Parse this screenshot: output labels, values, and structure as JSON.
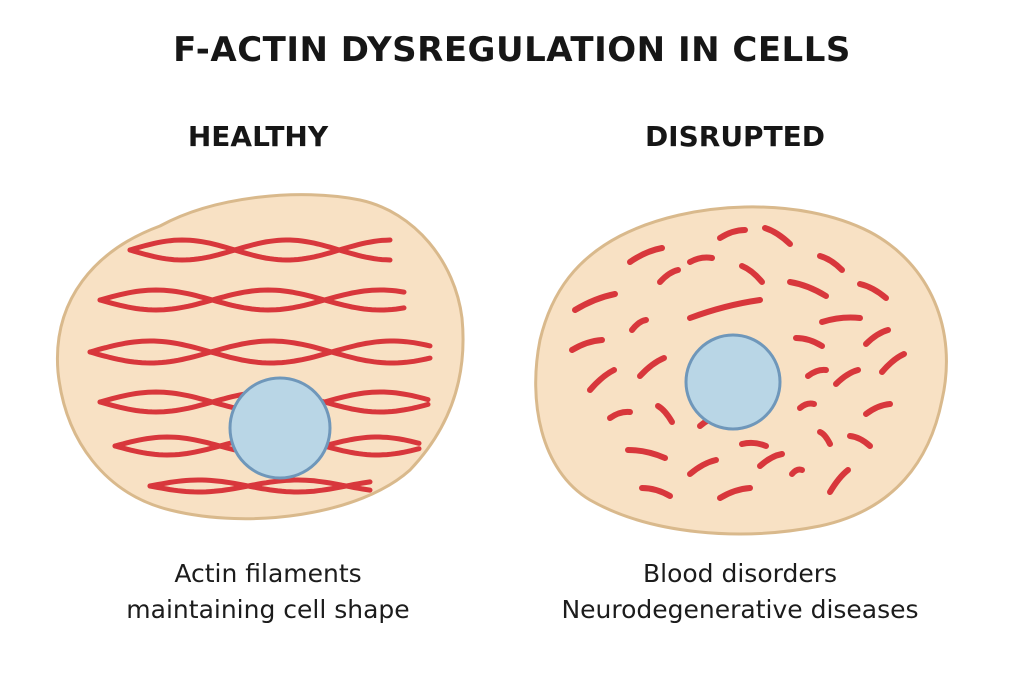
{
  "title": "F-ACTIN DYSREGULATION IN CELLS",
  "panels": {
    "healthy": {
      "heading": "HEALTHY",
      "caption_lines": [
        "Actin filaments",
        "maintaining cell shape"
      ]
    },
    "disrupted": {
      "heading": "DISRUPTED",
      "caption_lines": [
        "Blood disorders",
        "Neurodegenerative diseases"
      ]
    }
  },
  "colors": {
    "cytoplasm_fill": "#f8e1c4",
    "cell_outline": "#d9b98c",
    "actin_filament": "#d8373c",
    "nucleus_fill": "#b9d6e6",
    "nucleus_outline": "#6f97ba",
    "text": "#161616"
  }
}
